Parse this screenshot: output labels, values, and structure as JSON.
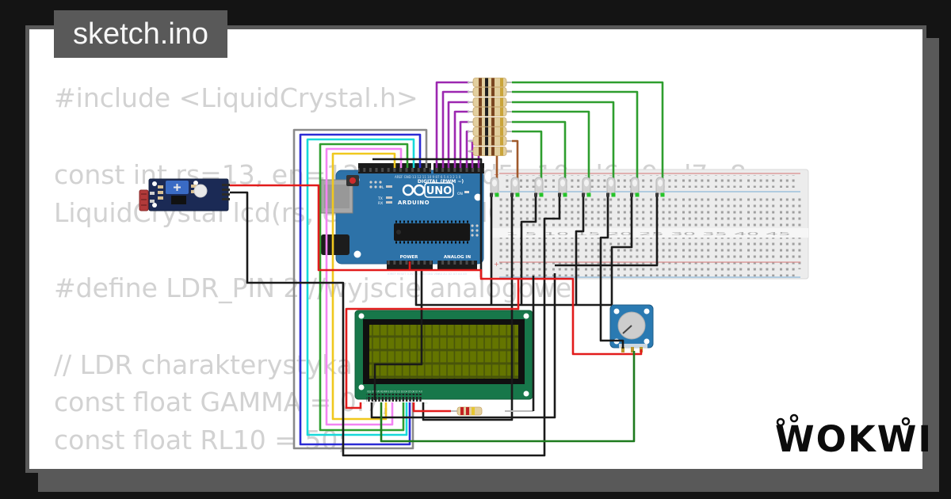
{
  "title": "sketch.ino",
  "code": {
    "lines": [
      "#include <LiquidCrystal.h>",
      "const int rs=13, en=12, d4=11, d5=10, d6=9, d7=8;",
      "LiquidCrystal lcd(rs, en, d4, d5, d6, d7);",
      "#define LDR_PIN 2 //wyjscie analogowe",
      "// LDR charakterystyka",
      "const float GAMMA = 0.7;",
      "const float RL10 = 50;"
    ]
  },
  "arduino": {
    "label_digital": "DIGITAL (PWM ~)",
    "pins_top_left": "AREF GND 13 12 11 10 9 8",
    "pins_top_right": "7 6 5 4 3 2 1 0",
    "label_uno": "UNO",
    "label_brand": "ARDUINO",
    "label_on": "ON",
    "label_l": "L",
    "label_tx": "TX",
    "label_rx": "RX",
    "label_power": "POWER",
    "label_analog": "ANALOG IN",
    "pins_power": "IOREF RESET 3.3V 5V GND GND VIN",
    "pins_analog": "A0 A1 A2 A3 A4 A5"
  },
  "breadboard": {
    "column_numbers": "1      5      10      15      20      25      30      35      40      45",
    "plus_top": "+",
    "plus_bottom": "+"
  },
  "lcd": {
    "pin_labels": "VSS VDD V0 RS RW E D0 D1 D2 D3 D4 D5 D6 D7 A K",
    "pin_first": "1",
    "pin_last": "16"
  },
  "logo": {
    "text": "WOKWI"
  },
  "colors": {
    "background": "#141414",
    "frame_gray": "#595959",
    "card_white": "#ffffff",
    "code_text": "#d2d2d2",
    "arduino_blue": "#2d72a8",
    "breadboard_gray": "#ececec",
    "lcd_pcb_green": "#17774a",
    "lcd_screen_olive": "#5b6a02",
    "module_navy": "#1b2a55",
    "pot_blue": "#2a7ab2",
    "wire_red": "#e21b1b",
    "wire_black": "#1a1a1a",
    "wire_purple": "#9c27b0",
    "wire_green": "#2e9e2e",
    "wire_brown": "#a05a2c",
    "wire_yellow": "#f0c81e",
    "wire_pink": "#f383f3",
    "wire_cyan": "#17d9d9",
    "wire_blue": "#2b2bd5",
    "wire_gray": "#8a8a8a",
    "resistor_body": "#e2cf9f"
  }
}
